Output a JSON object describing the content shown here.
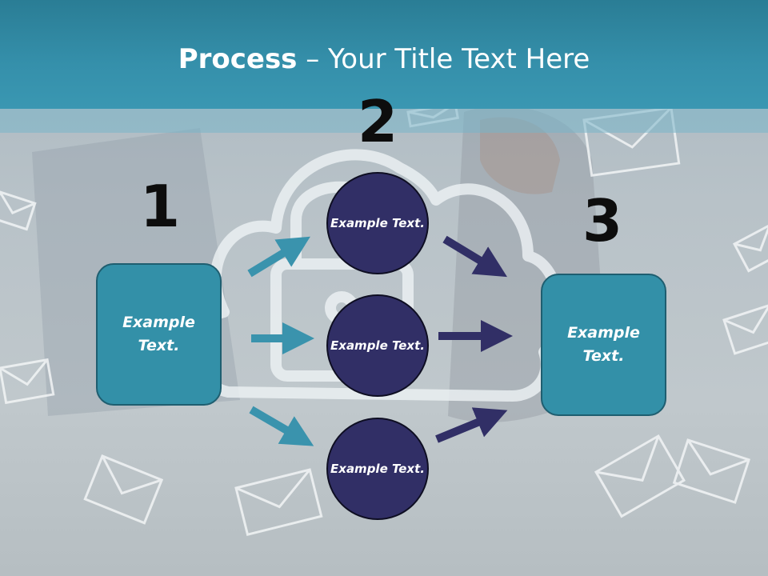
{
  "title": {
    "bold": "Process",
    "rest": " – Your Title Text Here"
  },
  "steps": [
    {
      "number": "1",
      "label": "Example Text."
    },
    {
      "number": "2",
      "labels": [
        "Example Text.",
        "Example Text.",
        "Example Text."
      ]
    },
    {
      "number": "3",
      "label": "Example Text."
    }
  ],
  "colors": {
    "title_band": "#3590ab",
    "box_fill": "#3390a8",
    "circle_fill": "#312f66",
    "arrow_teal": "#3a93ad",
    "arrow_navy": "#312f66"
  },
  "background": {
    "icons": [
      "cloud-lock-icon",
      "envelope-icon"
    ]
  }
}
